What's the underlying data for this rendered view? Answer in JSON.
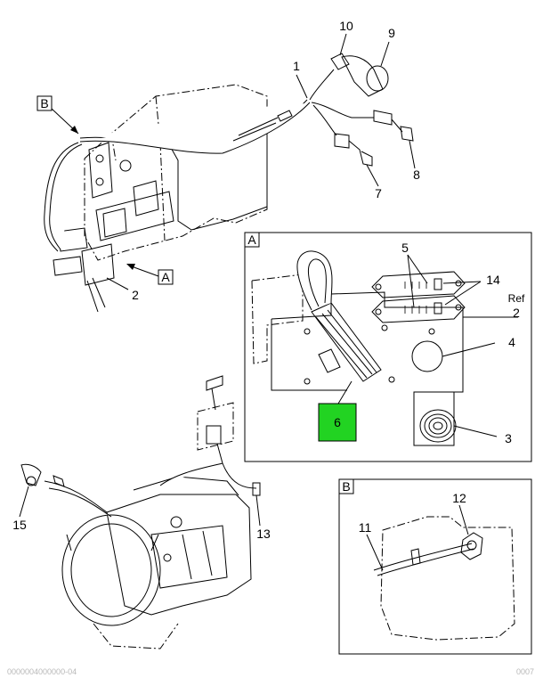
{
  "callouts": {
    "c1": "1",
    "c2": "2",
    "c3": "3",
    "c4": "4",
    "c5": "5",
    "c6": "6",
    "c7": "7",
    "c8": "8",
    "c9": "9",
    "c10": "10",
    "c11": "11",
    "c12": "12",
    "c13": "13",
    "c14": "14",
    "c15": "15",
    "c2_ref_word": "Ref",
    "c2_ref_num": "2"
  },
  "view_markers": {
    "a": "A",
    "b": "B"
  },
  "detail_titles": {
    "a": "A",
    "b": "B"
  },
  "footer": {
    "left": "0000004000000-04",
    "right": "0007"
  },
  "colors": {
    "highlight": "#22d322",
    "line": "#000000"
  }
}
